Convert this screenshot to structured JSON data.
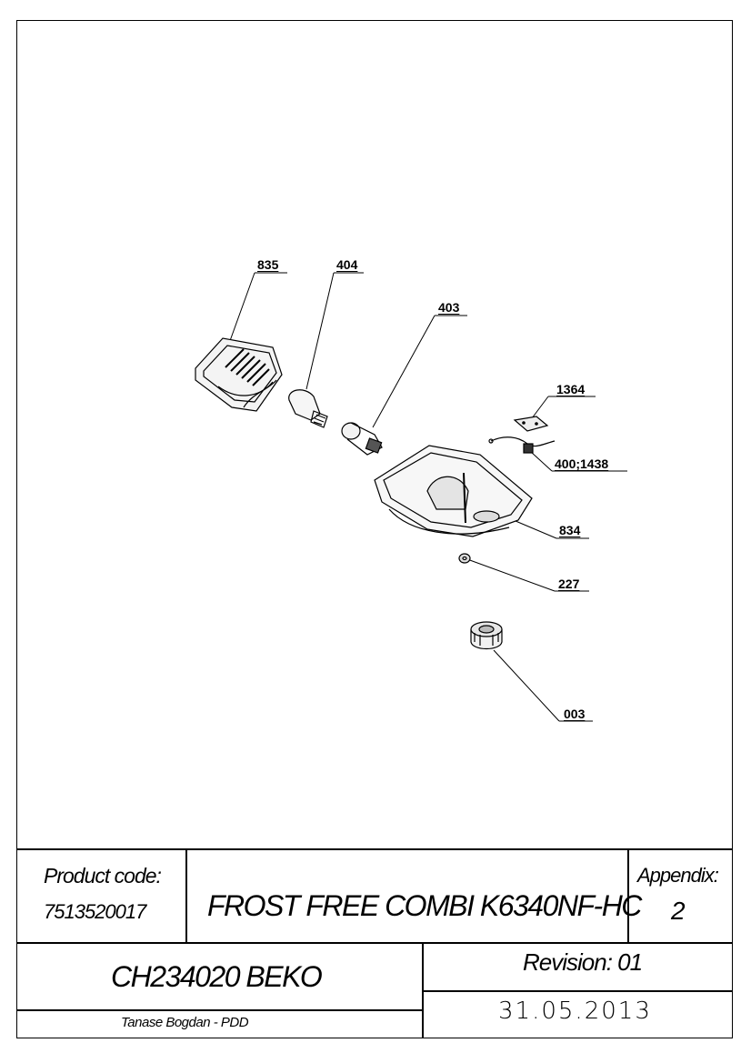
{
  "callouts": {
    "c835": "835",
    "c404": "404",
    "c403": "403",
    "c1364": "1364",
    "c400": "400;1438",
    "c834": "834",
    "c227": "227",
    "c003": "003"
  },
  "title_block": {
    "product_code_label": "Product code:",
    "product_code_value": "7513520017",
    "product_name": "FROST FREE COMBI K6340NF-HC",
    "appendix_label": "Appendix:",
    "appendix_value": "2",
    "model": "CH234020 BEKO",
    "revision": "Revision: 01",
    "author": "Tanase Bogdan - PDD",
    "date": "31.05.2013"
  }
}
